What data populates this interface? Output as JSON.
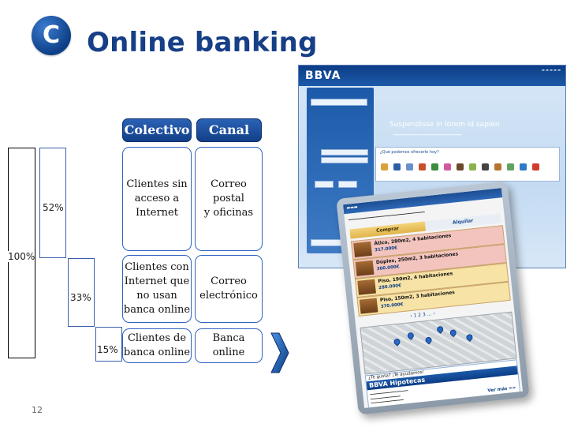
{
  "header": {
    "badge": "C",
    "title": "Online banking"
  },
  "percentages": {
    "p100": "100%",
    "p52": "52%",
    "p33": "33%",
    "p15": "15%"
  },
  "columns": {
    "colectivo": "Colectivo",
    "canal": "Canal"
  },
  "rows": [
    {
      "colectivo": "Clientes sin\nacceso a\nInternet",
      "canal": "Correo\npostal\ny oficinas"
    },
    {
      "colectivo": "Clientes con\nInternet que\nno usan\nbanca online",
      "canal": "Correo\nelectrónico"
    },
    {
      "colectivo": "Clientes de\nbanca online",
      "canal": "Banca\nonline"
    }
  ],
  "page_number": "12",
  "web": {
    "logo": "BBVA",
    "hero": "Suspendisse in lorem id sapien",
    "strip_label": "¿Qué podemos ofrecerle hoy?"
  },
  "mobile": {
    "tabs": [
      "Comprar",
      "Alquilar"
    ],
    "listings": [
      {
        "title": "Ático, 280m2, 4 habitaciones",
        "price": "317.000€"
      },
      {
        "title": "Dúplex, 250m2, 3 habitaciones",
        "price": "300.000€"
      },
      {
        "title": "Piso, 190m2, 4 habitaciones",
        "price": "280.000€"
      },
      {
        "title": "Piso, 150m2, 3 habitaciones",
        "price": "370.000€"
      }
    ],
    "hip_question": "¿Te gusta? ¡Te ayudamos!",
    "hip_title": "BBVA Hipotecas",
    "ver_mas": "Ver más >>"
  },
  "colors": {
    "brand_blue": "#163f86",
    "cell_border": "#2f63c0"
  }
}
